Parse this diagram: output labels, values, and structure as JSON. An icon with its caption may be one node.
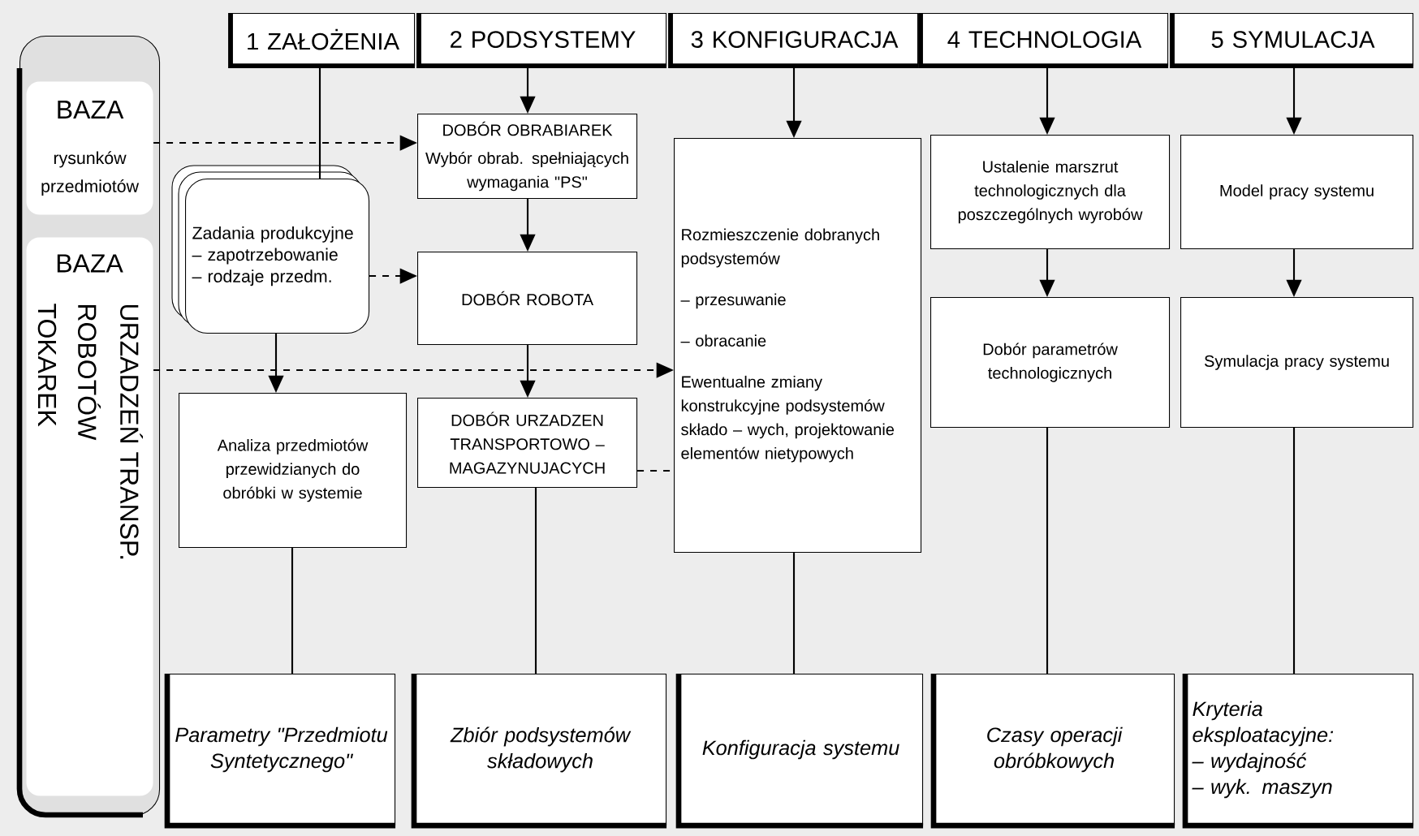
{
  "diagram": {
    "nodes": [
      {
        "text": [
          "1 ZAŁOŻENIA"
        ]
      },
      {
        "text": [
          "2 PODSYSTEMY"
        ]
      },
      {
        "text": [
          "3 KONFIGURACJA"
        ]
      },
      {
        "text": [
          "4 TECHNOLOGIA"
        ]
      },
      {
        "text": [
          "5 SYMULACJA"
        ]
      },
      {
        "text": [],
        "shape": "box"
      },
      {
        "text": [
          "BAZA",
          "rysunków przedmiotów"
        ],
        "in": 5
      },
      {
        "text": [
          "BAZA",
          "TOKAREK",
          "ROBOTÓW",
          "URZADZEŃ TRANSP."
        ],
        "in": 5
      },
      {
        "text": [
          "Zadania produkcyjne",
          "– zapotrzebowanie",
          "– rodzaje przedm."
        ]
      },
      {
        "text": [
          "DOBÓR OBRABIAREK",
          "Wybór obrab. spełniających wymagania \"PS\""
        ]
      },
      {
        "text": [
          "DOBÓR ROBOTA"
        ]
      },
      {
        "text": [
          "DOBÓR URZADZEN TRANSPORTOWO – MAGAZYNUJACYCH"
        ]
      },
      {
        "text": [
          "Analiza przedmiotów przewidzianych do obróbki w systemie"
        ]
      },
      {
        "text": [
          "Rozmieszczenie dobranych podsystemów",
          "– przesuwanie",
          "– obracanie",
          "Ewentualne zmiany konstrukcyjne podsystemów składo – wych, projektowanie elementów nietypowych"
        ]
      },
      {
        "text": [
          "Ustalenie marszrut technologicznych dla poszczególnych wyrobów"
        ]
      },
      {
        "text": [
          "Model pracy systemu"
        ]
      },
      {
        "text": [
          "Dobór parametrów technologicznych"
        ]
      },
      {
        "text": [
          "Symulacja pracy systemu"
        ]
      },
      {
        "text": [
          "Parametry \"Przedmiotu Syntetycznego\""
        ]
      },
      {
        "text": [
          "Zbiór podsystemów składowych"
        ]
      },
      {
        "text": [
          "Konfiguracja systemu"
        ]
      },
      {
        "text": [
          "Czasy operacji obróbkowych"
        ]
      },
      {
        "text": [
          "Kryteria eksploatacyjne:",
          "– wydajność",
          "– wyk. maszyn"
        ]
      }
    ],
    "edges": [
      {
        "from": 0,
        "to": 8,
        "arrow": "none"
      },
      {
        "from": 8,
        "to": 12,
        "arrow": "to"
      },
      {
        "from": 12,
        "to": 18,
        "arrow": "none"
      },
      {
        "from": 1,
        "to": 9,
        "arrow": "to"
      },
      {
        "from": 9,
        "to": 10,
        "arrow": "to"
      },
      {
        "from": 10,
        "to": 11,
        "arrow": "to"
      },
      {
        "from": 11,
        "to": 19,
        "arrow": "none"
      },
      {
        "from": 8,
        "to": 10,
        "arrow": "to",
        "style": "dashed"
      },
      {
        "from": 6,
        "to": 9,
        "arrow": "to",
        "style": "dashed"
      },
      {
        "from": 7,
        "to": 13,
        "arrow": "to",
        "style": "dashed"
      },
      {
        "from": 2,
        "to": 13,
        "arrow": "to"
      },
      {
        "from": 3,
        "to": 14,
        "arrow": "to"
      },
      {
        "from": 4,
        "to": 15,
        "arrow": "to"
      },
      {
        "from": 14,
        "to": 16,
        "arrow": "to"
      },
      {
        "from": 15,
        "to": 17,
        "arrow": "to"
      },
      {
        "from": 13,
        "to": 20,
        "arrow": "none"
      },
      {
        "from": 16,
        "to": 21,
        "arrow": "none"
      },
      {
        "from": 17,
        "to": 22,
        "arrow": "none"
      },
      {
        "from": 11,
        "to": 13,
        "arrow": "none",
        "style": "dashed"
      }
    ]
  }
}
